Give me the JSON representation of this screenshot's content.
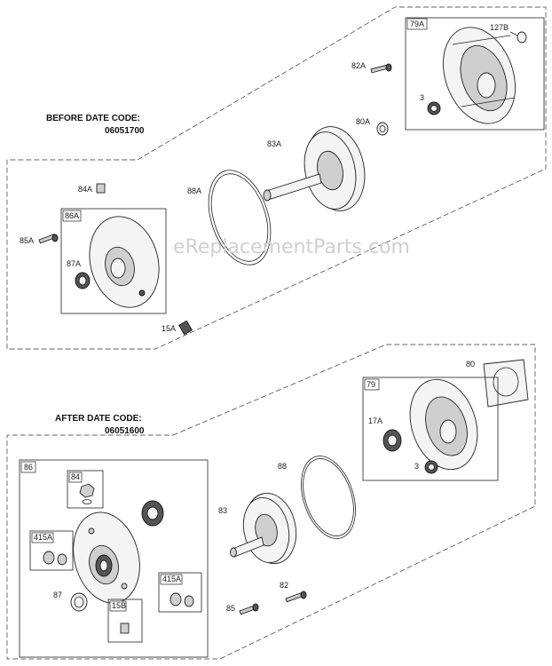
{
  "headings": {
    "before_label": "BEFORE DATE CODE:",
    "before_code": "06051700",
    "after_label": "AFTER DATE CODE:",
    "after_code": "06051600"
  },
  "watermark": "eReplacementParts.com",
  "callouts": {
    "p79A": "79A",
    "p127B": "127B",
    "p82A": "82A",
    "p80A": "80A",
    "p3top": "3",
    "p83A": "83A",
    "p88A": "88A",
    "p84A": "84A",
    "p86A": "86A",
    "p85A": "85A",
    "p87A": "87A",
    "p15A": "15A",
    "p80": "80",
    "p79": "79",
    "p17A": "17A",
    "p3bot": "3",
    "p88": "88",
    "p86": "86",
    "p84": "84",
    "p83": "83",
    "p415Aleft": "415A",
    "p415Aright": "415A",
    "p87": "87",
    "p15B": "15B",
    "p82": "82",
    "p85": "85"
  }
}
